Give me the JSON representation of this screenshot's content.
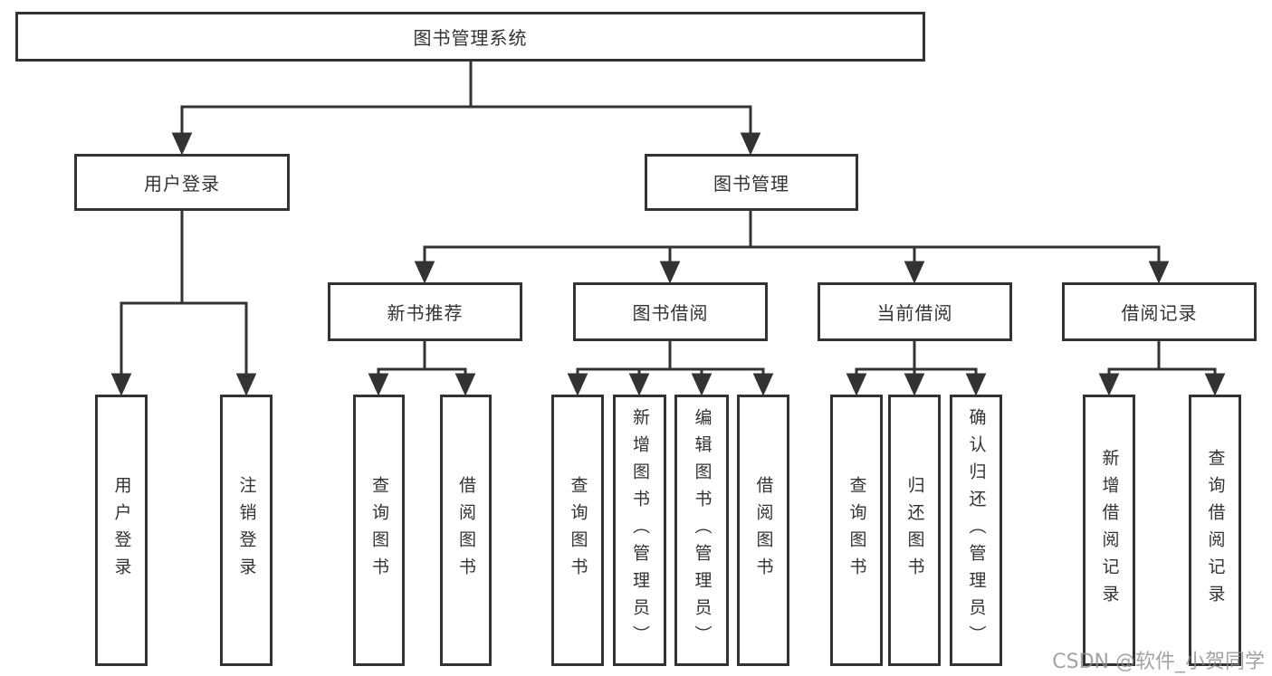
{
  "tree": {
    "label": "图书管理系统",
    "children": [
      {
        "label": "用户登录",
        "children": [
          {
            "label": "用户登录"
          },
          {
            "label": "注销登录"
          }
        ]
      },
      {
        "label": "图书管理",
        "children": [
          {
            "label": "新书推荐",
            "children": [
              {
                "label": "查询图书"
              },
              {
                "label": "借阅图书"
              }
            ]
          },
          {
            "label": "图书借阅",
            "children": [
              {
                "label": "查询图书"
              },
              {
                "label": "新增图书（管理员）"
              },
              {
                "label": "编辑图书（管理员）"
              },
              {
                "label": "借阅图书"
              }
            ]
          },
          {
            "label": "当前借阅",
            "children": [
              {
                "label": "查询图书"
              },
              {
                "label": "归还图书"
              },
              {
                "label": "确认归还（管理员）"
              }
            ]
          },
          {
            "label": "借阅记录",
            "children": [
              {
                "label": "新增借阅记录"
              },
              {
                "label": "查询借阅记录"
              }
            ]
          }
        ]
      }
    ]
  },
  "watermark": "CSDN @软件_小贺同学",
  "colors": {
    "line": "#333333",
    "box_border": "#333333",
    "box_fill": "#ffffff",
    "text": "#333333",
    "watermark": "#8c8c8c"
  }
}
